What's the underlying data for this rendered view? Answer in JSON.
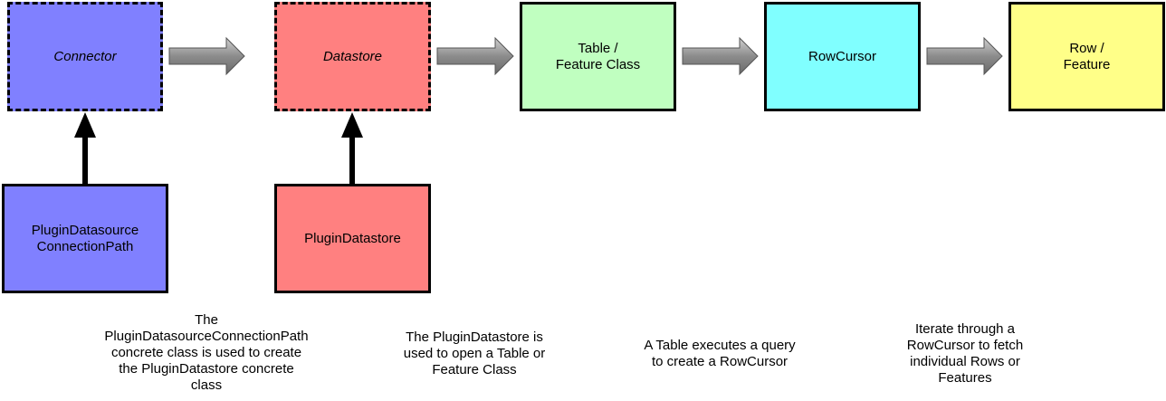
{
  "boxes": {
    "connector": {
      "label": "Connector",
      "fill": "#8080ff"
    },
    "datastore": {
      "label": "Datastore",
      "fill": "#ff8080"
    },
    "table": {
      "line1": "Table /",
      "line2": "Feature Class",
      "fill": "#c0ffc0"
    },
    "rowcursor": {
      "label": "RowCursor",
      "fill": "#80ffff"
    },
    "row": {
      "line1": "Row /",
      "line2": "Feature",
      "fill": "#ffff88"
    },
    "plugin_connection_path": {
      "line1": "PluginDatasource",
      "line2": "ConnectionPath",
      "fill": "#8080ff"
    },
    "plugin_datastore": {
      "label": "PluginDatastore",
      "fill": "#ff8080"
    }
  },
  "captions": {
    "connection_path": [
      "The",
      "PluginDatasourceConnectionPath",
      "concrete class is used to create",
      "the PluginDatastore concrete",
      "class"
    ],
    "datastore": [
      "The PluginDatastore is",
      "used to open a Table or",
      "Feature Class"
    ],
    "table": [
      "A Table executes a query",
      "to create a RowCursor"
    ],
    "rowcursor": [
      "Iterate through a",
      "RowCursor to fetch",
      "individual Rows or",
      "Features"
    ]
  },
  "colors": {
    "arrow_fill": "#8c8c8c",
    "border": "#000000"
  }
}
